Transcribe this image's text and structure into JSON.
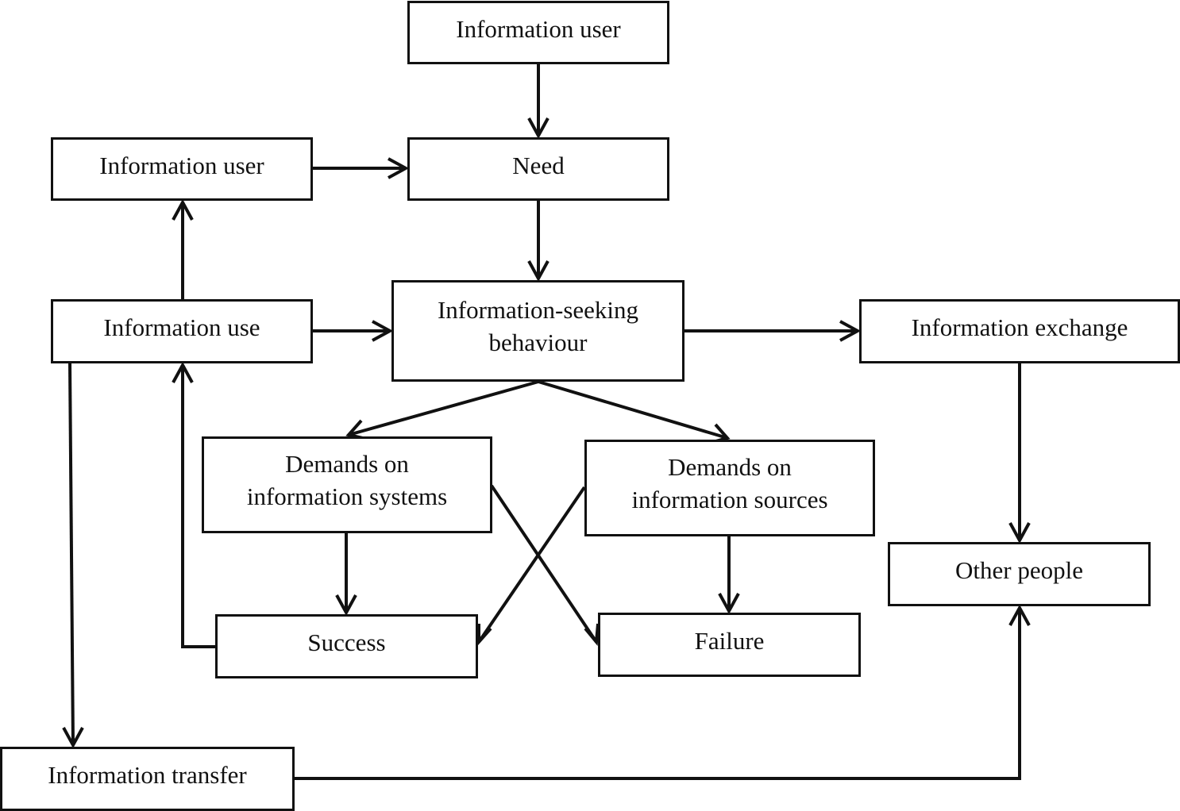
{
  "nodes": {
    "information_user_top": {
      "lines": [
        "Information user"
      ]
    },
    "information_user_left": {
      "lines": [
        "Information user"
      ]
    },
    "need": {
      "lines": [
        "Need"
      ]
    },
    "information_use": {
      "lines": [
        "Information use"
      ]
    },
    "information_seeking_behaviour": {
      "lines": [
        "Information-seeking",
        "behaviour"
      ]
    },
    "information_exchange": {
      "lines": [
        "Information exchange"
      ]
    },
    "demands_on_information_systems": {
      "lines": [
        "Demands on",
        "information systems"
      ]
    },
    "demands_on_information_sources": {
      "lines": [
        "Demands on",
        "information sources"
      ]
    },
    "other_people": {
      "lines": [
        "Other people"
      ]
    },
    "success": {
      "lines": [
        "Success"
      ]
    },
    "failure": {
      "lines": [
        "Failure"
      ]
    },
    "information_transfer": {
      "lines": [
        "Information transfer"
      ]
    }
  },
  "edges": [
    {
      "from": "information_user_top",
      "to": "need"
    },
    {
      "from": "information_user_left",
      "to": "need"
    },
    {
      "from": "need",
      "to": "information_seeking_behaviour"
    },
    {
      "from": "information_use",
      "to": "information_user_left"
    },
    {
      "from": "information_use",
      "to": "information_seeking_behaviour"
    },
    {
      "from": "information_seeking_behaviour",
      "to": "information_exchange"
    },
    {
      "from": "information_seeking_behaviour",
      "to": "demands_on_information_systems"
    },
    {
      "from": "information_seeking_behaviour",
      "to": "demands_on_information_sources"
    },
    {
      "from": "information_exchange",
      "to": "other_people"
    },
    {
      "from": "demands_on_information_systems",
      "to": "success"
    },
    {
      "from": "demands_on_information_systems",
      "to": "failure"
    },
    {
      "from": "demands_on_information_sources",
      "to": "success"
    },
    {
      "from": "demands_on_information_sources",
      "to": "failure"
    },
    {
      "from": "success",
      "to": "information_use"
    },
    {
      "from": "information_use",
      "to": "information_transfer"
    },
    {
      "from": "information_transfer",
      "to": "other_people"
    }
  ],
  "colors": {
    "stroke": "#111111",
    "background": "#ffffff"
  }
}
